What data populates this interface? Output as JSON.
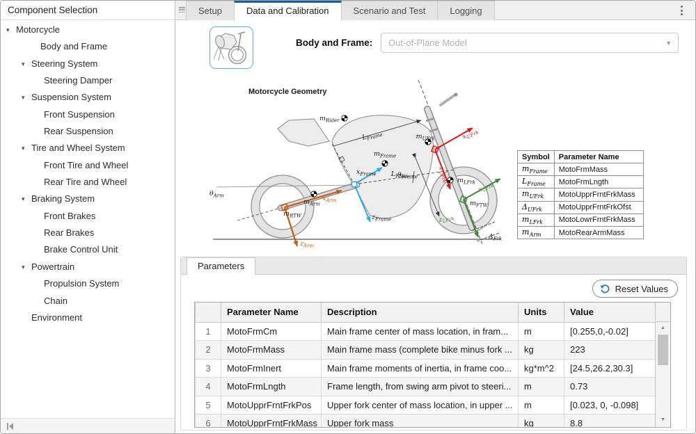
{
  "sidebar": {
    "title": "Component Selection",
    "items": [
      {
        "label": "Motorcycle",
        "arrow": "▾"
      },
      {
        "label": "Body and Frame",
        "arrow": ""
      },
      {
        "label": "Steering System",
        "arrow": "▾"
      },
      {
        "label": "Steering Damper",
        "arrow": ""
      },
      {
        "label": "Suspension System",
        "arrow": "▾"
      },
      {
        "label": "Front Suspension",
        "arrow": ""
      },
      {
        "label": "Rear Suspension",
        "arrow": ""
      },
      {
        "label": "Tire and Wheel System",
        "arrow": "▾"
      },
      {
        "label": "Front Tire and Wheel",
        "arrow": ""
      },
      {
        "label": "Rear Tire and Wheel",
        "arrow": ""
      },
      {
        "label": "Braking System",
        "arrow": "▾"
      },
      {
        "label": "Front Brakes",
        "arrow": ""
      },
      {
        "label": "Rear Brakes",
        "arrow": ""
      },
      {
        "label": "Brake Control Unit",
        "arrow": ""
      },
      {
        "label": "Powertrain",
        "arrow": "▾"
      },
      {
        "label": "Propulsion System",
        "arrow": ""
      },
      {
        "label": "Chain",
        "arrow": ""
      },
      {
        "label": "Environment",
        "arrow": ""
      }
    ]
  },
  "tabs": {
    "items": [
      {
        "label": "Setup"
      },
      {
        "label": "Data and Calibration"
      },
      {
        "label": "Scenario and Test"
      },
      {
        "label": "Logging"
      }
    ]
  },
  "header": {
    "label": "Body and Frame:",
    "dropdown_value": "Out-of-Plane Model"
  },
  "figure": {
    "title": "Motorcycle Geometry",
    "labels": {
      "rider_m": {
        "main": "m",
        "sub": "Rider"
      },
      "frame_L": {
        "main": "L",
        "sub": "Frame"
      },
      "frame_m": {
        "main": "m",
        "sub": "Frame"
      },
      "frame_x": {
        "main": "x",
        "sub": "Frame"
      },
      "frame_z": {
        "main": "z",
        "sub": "Frame"
      },
      "frame_theta": {
        "main": "θ",
        "sub": "Frame"
      },
      "fsus_L": {
        "main": "L",
        "sub": "FSus"
      },
      "ufrk_m": {
        "main": "m",
        "sub": "UFrk"
      },
      "ufrk_x": {
        "main": "x",
        "sub": "UFrk"
      },
      "ufrk_z": {
        "main": "z",
        "sub": "UFrk"
      },
      "lfrk_m": {
        "main": "m",
        "sub": "LFrk"
      },
      "lfrk_x": {
        "main": "x",
        "sub": "LFrk"
      },
      "lfrk_z": {
        "main": "z",
        "sub": "LFrk"
      },
      "ftw_m": {
        "main": "m",
        "sub": "FTW"
      },
      "frk_delta": {
        "main": "Δ",
        "sub": "Frk"
      },
      "arm_theta": {
        "main": "θ",
        "sub": "Arm"
      },
      "arm_m": {
        "main": "m",
        "sub": "Arm"
      },
      "arm_x": {
        "main": "x",
        "sub": "Arm"
      },
      "arm_z": {
        "main": "z",
        "sub": "Arm"
      },
      "rtw_m": {
        "main": "m",
        "sub": "RTW"
      }
    }
  },
  "symbol_table": {
    "headers": [
      "Symbol",
      "Parameter Name"
    ],
    "rows": [
      {
        "sym": {
          "main": "m",
          "sub": "Frame"
        },
        "param": "MotoFrmMass"
      },
      {
        "sym": {
          "main": "L",
          "sub": "Frame"
        },
        "param": "MotoFrmLngth"
      },
      {
        "sym": {
          "main": "m",
          "sub": "UFrk"
        },
        "param": "MotoUpprFrntFrkMass"
      },
      {
        "sym": {
          "main": "Δ",
          "sub": "UFrk"
        },
        "param": "MotoUpprFrntFrkOfst"
      },
      {
        "sym": {
          "main": "m",
          "sub": "LFrk"
        },
        "param": "MotoLowrFrntFrkMass"
      },
      {
        "sym": {
          "main": "m",
          "sub": "Arm"
        },
        "param": "MotoRearArmMass"
      }
    ]
  },
  "parameters": {
    "tab_label": "Parameters",
    "reset_label": "Reset Values",
    "table": {
      "headers": {
        "name": "Parameter Name",
        "desc": "Description",
        "units": "Units",
        "value": "Value"
      },
      "rows": [
        {
          "num": "1",
          "name": "MotoFrmCm",
          "desc": "Main frame center of mass location, in fram...",
          "units": "m",
          "value": "[0.255,0,-0.02]"
        },
        {
          "num": "2",
          "name": "MotoFrmMass",
          "desc": "Main frame mass (complete bike minus fork ...",
          "units": "kg",
          "value": "223"
        },
        {
          "num": "3",
          "name": "MotoFrmInert",
          "desc": "Main frame moments of inertia, in frame coo...",
          "units": "kg*m^2",
          "value": "[24.5,26.2,30.3]"
        },
        {
          "num": "4",
          "name": "MotoFrmLngth",
          "desc": "Frame length, from swing arm pivot to steeri...",
          "units": "m",
          "value": "0.73"
        },
        {
          "num": "5",
          "name": "MotoUpprFrntFrkPos",
          "desc": "Upper fork center of mass location, in upper ...",
          "units": "m",
          "value": "[0.023, 0, -0.098]"
        },
        {
          "num": "6",
          "name": "MotoUpprFrntFrkMass",
          "desc": "Upper fork mass",
          "units": "kg",
          "value": "8.8"
        }
      ]
    }
  }
}
